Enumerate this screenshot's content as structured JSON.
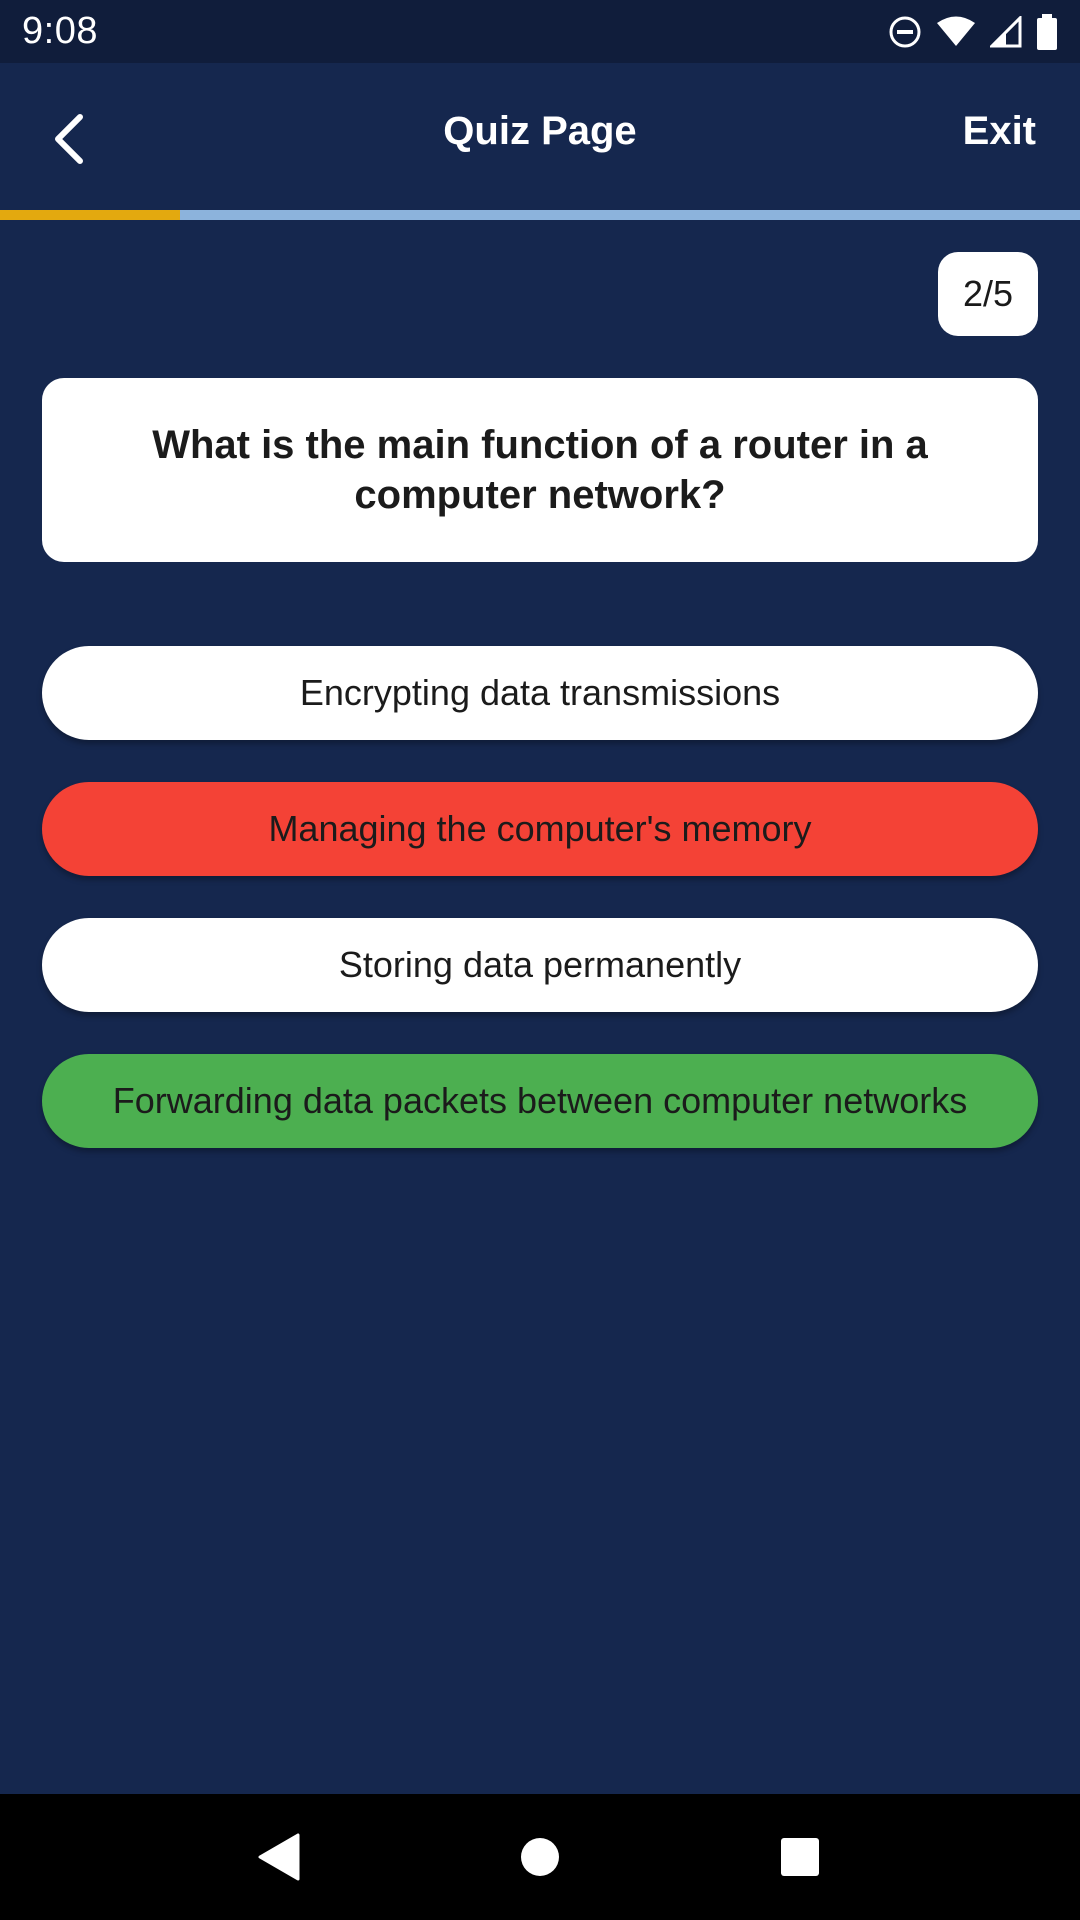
{
  "status_bar": {
    "time": "9:08",
    "icons": [
      "do-not-disturb-icon",
      "wifi-icon",
      "signal-icon",
      "battery-icon"
    ]
  },
  "app_bar": {
    "title": "Quiz Page",
    "exit_label": "Exit"
  },
  "progress": {
    "fraction": 0.167,
    "fill_color": "#e3a90f",
    "track_color": "#8cb3dc"
  },
  "quiz": {
    "counter": "2/5",
    "question": "What is the main function of a router in a computer network?",
    "answers": [
      {
        "label": "Encrypting data transmissions",
        "state": "neutral",
        "color": "#ffffff"
      },
      {
        "label": "Managing the computer's memory",
        "state": "wrong",
        "color": "#f44236"
      },
      {
        "label": "Storing data permanently",
        "state": "neutral",
        "color": "#ffffff"
      },
      {
        "label": "Forwarding data packets between computer networks",
        "state": "correct",
        "color": "#4caf50"
      }
    ]
  },
  "colors": {
    "background": "#15274e",
    "status_bar": "#101d3b"
  },
  "nav_bar": {
    "icons": [
      "nav-back-icon",
      "nav-home-icon",
      "nav-recents-icon"
    ]
  }
}
